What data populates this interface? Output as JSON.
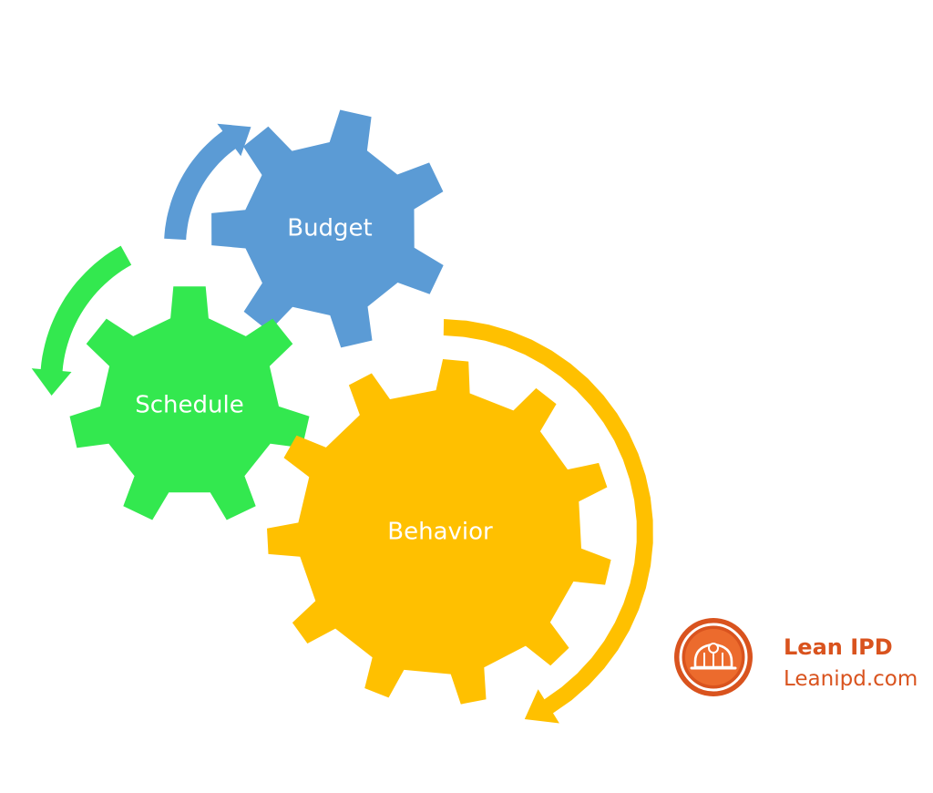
{
  "diagram": {
    "gears": [
      {
        "id": "budget",
        "label": "Budget",
        "color": "#5b9bd5",
        "icon": "gear-icon"
      },
      {
        "id": "schedule",
        "label": "Schedule",
        "color": "#33e84f",
        "icon": "gear-icon"
      },
      {
        "id": "behavior",
        "label": "Behavior",
        "color": "#ffc000",
        "icon": "gear-icon"
      }
    ],
    "arrows": [
      {
        "id": "blue-arrow",
        "color": "#5b9bd5",
        "direction": "clockwise"
      },
      {
        "id": "green-arrow",
        "color": "#33e84f",
        "direction": "counterclockwise"
      },
      {
        "id": "yellow-arrow",
        "color": "#ffc000",
        "direction": "clockwise"
      }
    ]
  },
  "brand": {
    "name": "Lean IPD",
    "url": "Leanipd.com",
    "color": "#d9531e",
    "logo_icon": "hard-hat-icon"
  }
}
